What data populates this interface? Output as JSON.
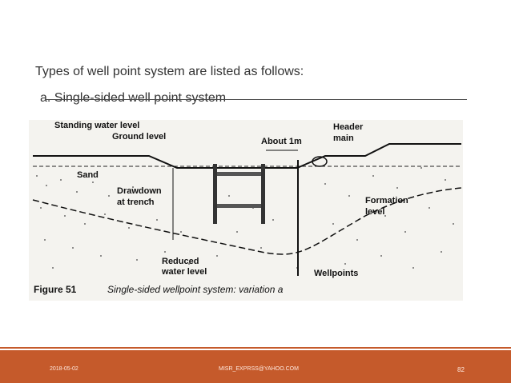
{
  "slide": {
    "heading": "Types of well point system are listed as follows:",
    "subheading": "a. Single-sided well point system"
  },
  "figure": {
    "labels": {
      "standing_water_level": "Standing water level",
      "ground_level": "Ground level",
      "sand": "Sand",
      "drawdown_1": "Drawdown",
      "drawdown_2": "at trench",
      "about_1m": "About 1m",
      "header_1": "Header",
      "header_2": "main",
      "formation_1": "Formation",
      "formation_2": "level",
      "reduced_1": "Reduced",
      "reduced_2": "water level",
      "wellpoints": "Wellpoints"
    },
    "caption_number": "Figure 51",
    "caption_text": "Single-sided wellpoint system: variation a"
  },
  "footer": {
    "date": "2018-05-02",
    "email": "MISR_EXPRSS@YAHOO.COM",
    "page": "82"
  }
}
